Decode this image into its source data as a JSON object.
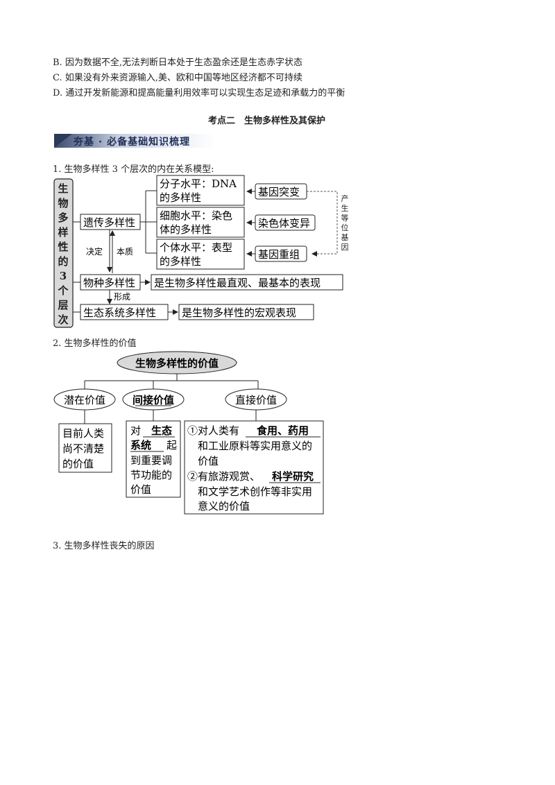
{
  "options": {
    "b": "B. 因为数据不全,无法判断日本处于生态盈余还是生态赤字状态",
    "c": "C. 如果没有外来资源输入,美、欧和中国等地区经济都不可持续",
    "d": "D. 通过开发新能源和提高能量利用效率可以实现生态足迹和承载力的平衡"
  },
  "section_title": "考点二　生物多样性及其保护",
  "banner_text": "夯基 · 必备基础知识梳理",
  "item1": {
    "heading": "1. 生物多样性 3 个层次的内在关系模型:",
    "side_label": [
      "生",
      "物",
      "多",
      "样",
      "性",
      "的",
      "3",
      "个",
      "层",
      "次"
    ],
    "genetic": "遗传多样性",
    "molecular": [
      "分子水平：DNA",
      "的多样性"
    ],
    "cellular": [
      "细胞水平：染色",
      "体的多样性"
    ],
    "individual": [
      "个体水平：表型",
      "的多样性"
    ],
    "mutation": "基因突变",
    "chromosome": "染色体变异",
    "recombination": "基因重组",
    "allele_label": [
      "产",
      "生",
      "等",
      "位",
      "基",
      "因"
    ],
    "decide": "决定",
    "essence": "本质",
    "form": "形成",
    "species": "物种多样性",
    "species_desc": "是生物多样性最直观、最基本的表现",
    "ecosystem": "生态系统多样性",
    "ecosystem_desc": "是生物多样性的宏观表现"
  },
  "item2": {
    "heading": "2. 生物多样性的价值",
    "root": "生物多样性的价值",
    "potential": "潜在价值",
    "indirect": "间接价值",
    "direct": "直接价值",
    "potential_desc": [
      "目前人类",
      "尚不清楚",
      "的价值"
    ],
    "indirect_desc": {
      "l1a": "对",
      "l1b": "生态",
      "l2a": "系统",
      "l2b": "起",
      "l3": "到重要调",
      "l4": "节功能的",
      "l5": "价值"
    },
    "direct_desc": {
      "l1a": "①对人类有",
      "l1b": "食用、药用",
      "l2": "和工业原料等实用意义的",
      "l3": "价值",
      "l4a": "②有旅游观赏、",
      "l4b": "科学研究",
      "l5": "和文学艺术创作等非实用",
      "l6": "意义的价值"
    }
  },
  "item3": {
    "heading": "3. 生物多样性丧失的原因"
  }
}
